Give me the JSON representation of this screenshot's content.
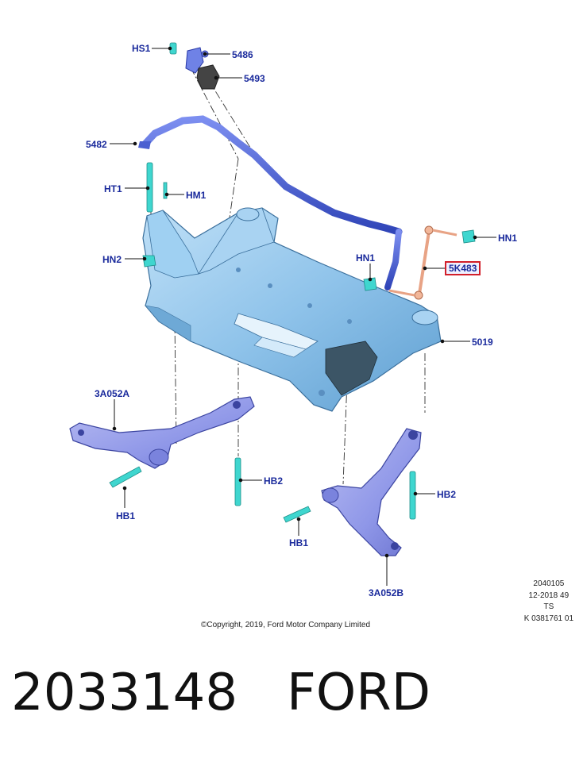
{
  "diagram": {
    "callouts": {
      "hs1": "HS1",
      "p5486": "5486",
      "p5493": "5493",
      "p5482": "5482",
      "ht1": "HT1",
      "hm1": "HM1",
      "hn2": "HN2",
      "hn1_left": "HN1",
      "hn1_right": "HN1",
      "p5k483": "5K483",
      "p5019": "5019",
      "p3a052a": "3A052A",
      "hb2_left": "HB2",
      "hb1_left": "HB1",
      "hb2_right": "HB2",
      "hb1_right": "HB1",
      "p3a052b": "3A052B"
    },
    "highlighted_part": "5K483",
    "colors": {
      "subframe": "#8fc3ea",
      "stabilizer_bar": "#4a5fd1",
      "control_arm": "#8f97e8",
      "fasteners": "#3fd6cf",
      "stabilizer_link": "#e8a385",
      "callout_text": "#1a2a9c",
      "highlight_border": "#d21f2a"
    }
  },
  "stamp": {
    "line1": "2040105",
    "line2": "12-2018 49",
    "line3": "TS",
    "line4": "K 0381761 01"
  },
  "copyright": "©Copyright, 2019, Ford Motor Company Limited",
  "footer": {
    "part_number": "2033148",
    "brand": "FORD"
  }
}
